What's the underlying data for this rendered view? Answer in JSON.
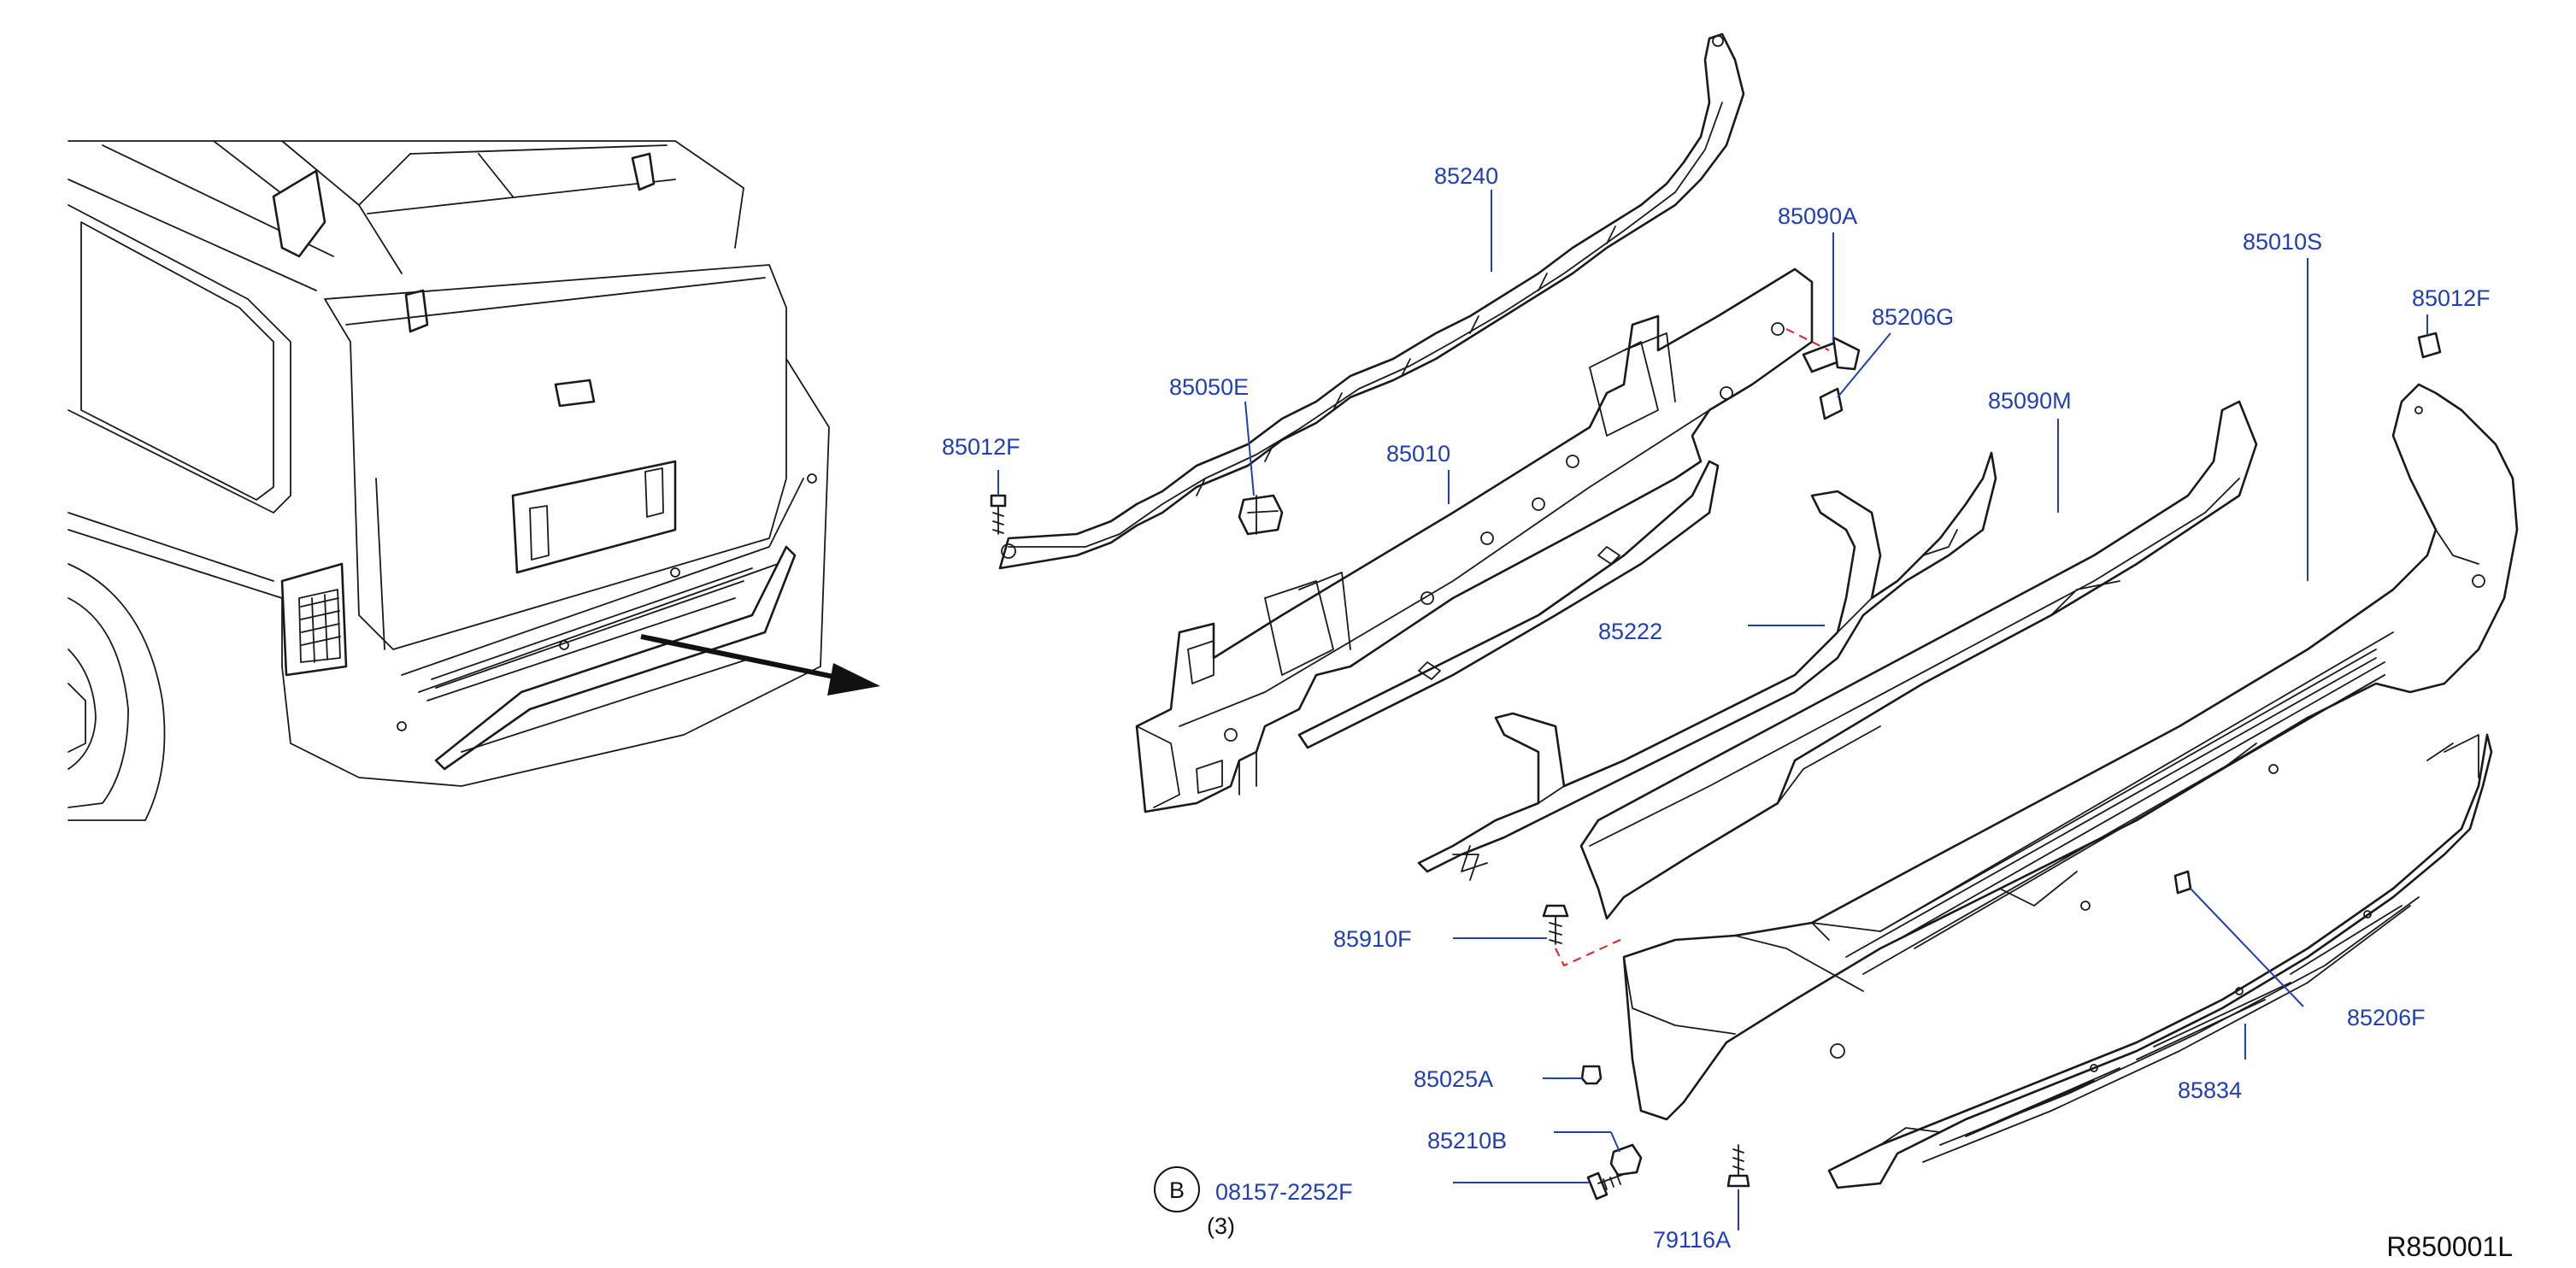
{
  "parts": {
    "p85240": "85240",
    "p85090A": "85090A",
    "p85206G": "85206G",
    "p85010S": "85010S",
    "p85012F_right": "85012F",
    "p85050E": "85050E",
    "p85010": "85010",
    "p85090M": "85090M",
    "p85012F_left": "85012F",
    "p85222": "85222",
    "p85910F": "85910F",
    "p85206F": "85206F",
    "p85025A": "85025A",
    "p85834": "85834",
    "p85210B": "85210B",
    "p08157": "08157-2252F",
    "p79116A": "79116A"
  },
  "callout": {
    "letter": "B",
    "quantity": "(3)"
  },
  "reference_code": "R850001L",
  "colors": {
    "label": "#1f3fb8",
    "leader": "#1f3fb8",
    "dashed_guide": "#e02020",
    "outline": "#1a1a1a"
  }
}
